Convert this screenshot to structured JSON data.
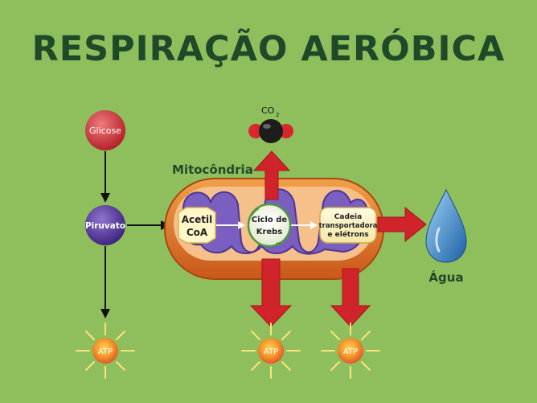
{
  "title": "RESPIRAÇÃO AERÓBICA",
  "labels": {
    "glicose": "Glicose",
    "piruvato": "Piruvato",
    "mitocondria": "Mitocôndria",
    "acetil_line1": "Acetil",
    "acetil_line2": "CoA",
    "krebs_line1": "Ciclo de",
    "krebs_line2": "Krebs",
    "cadeia_line1": "Cadeia",
    "cadeia_line2": "transportadora",
    "cadeia_line3": "e elétrons",
    "co2": "CO",
    "co2_sub": "2",
    "agua": "Água",
    "atp": "ATP"
  },
  "colors": {
    "background": "#8fbf5c",
    "title": "#1f4a2a",
    "arrow_red": "#d0242a",
    "membrane_outer": "#e07a1c",
    "membrane_inner": "#7a5fc0",
    "glucose": "#d8383e",
    "pyruvate": "#5a3d9a",
    "water": "#2f7fc8"
  }
}
